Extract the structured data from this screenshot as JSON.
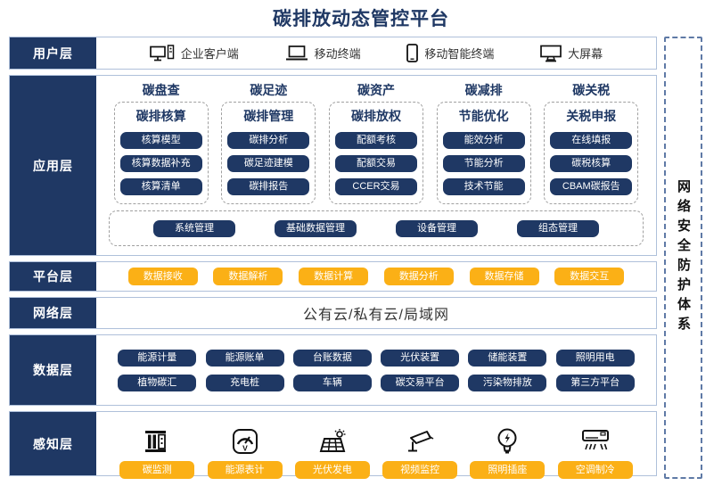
{
  "title": "碳排放动态管控平台",
  "colors": {
    "navy": "#1F3864",
    "orange": "#FBB016",
    "band_border": "#AFC0DA"
  },
  "user_layer": {
    "label": "用户层",
    "items": [
      {
        "icon": "desktop-pc-icon",
        "label": "企业客户端"
      },
      {
        "icon": "laptop-icon",
        "label": "移动终端"
      },
      {
        "icon": "smartphone-icon",
        "label": "移动智能终端"
      },
      {
        "icon": "monitor-icon",
        "label": "大屏幕"
      }
    ]
  },
  "app_layer": {
    "label": "应用层",
    "columns": [
      {
        "header": "碳盘查",
        "title": "碳排核算",
        "items": [
          "核算模型",
          "核算数据补充",
          "核算清单"
        ]
      },
      {
        "header": "碳足迹",
        "title": "碳排管理",
        "items": [
          "碳排分析",
          "碳足迹建模",
          "碳排报告"
        ]
      },
      {
        "header": "碳资产",
        "title": "碳排放权",
        "items": [
          "配额考核",
          "配额交易",
          "CCER交易"
        ]
      },
      {
        "header": "碳减排",
        "title": "节能优化",
        "items": [
          "能效分析",
          "节能分析",
          "技术节能"
        ]
      },
      {
        "header": "碳关税",
        "title": "关税申报",
        "items": [
          "在线填报",
          "碳税核算",
          "CBAM碳报告"
        ]
      }
    ],
    "bottom_items": [
      "系统管理",
      "基础数据管理",
      "设备管理",
      "组态管理"
    ]
  },
  "platform_layer": {
    "label": "平台层",
    "items": [
      "数据接收",
      "数据解析",
      "数据计算",
      "数据分析",
      "数据存储",
      "数据交互"
    ]
  },
  "network_layer": {
    "label": "网络层",
    "text": "公有云/私有云/局域网"
  },
  "data_layer": {
    "label": "数据层",
    "rows": [
      [
        "能源计量",
        "能源账单",
        "台账数据",
        "光伏装置",
        "储能装置",
        "照明用电"
      ],
      [
        "植物碳汇",
        "充电桩",
        "车辆",
        "碳交易平台",
        "污染物排放",
        "第三方平台"
      ]
    ]
  },
  "perception_layer": {
    "label": "感知层",
    "items": [
      {
        "icon": "carbon-monitor-icon",
        "label": "碳监测"
      },
      {
        "icon": "energy-meter-icon",
        "label": "能源表计"
      },
      {
        "icon": "solar-panel-icon",
        "label": "光伏发电"
      },
      {
        "icon": "cctv-camera-icon",
        "label": "视频监控"
      },
      {
        "icon": "lightbulb-icon",
        "label": "照明插座"
      },
      {
        "icon": "air-conditioner-icon",
        "label": "空调制冷"
      }
    ]
  },
  "security_sidebar": {
    "text": "网络安全防护体系"
  }
}
